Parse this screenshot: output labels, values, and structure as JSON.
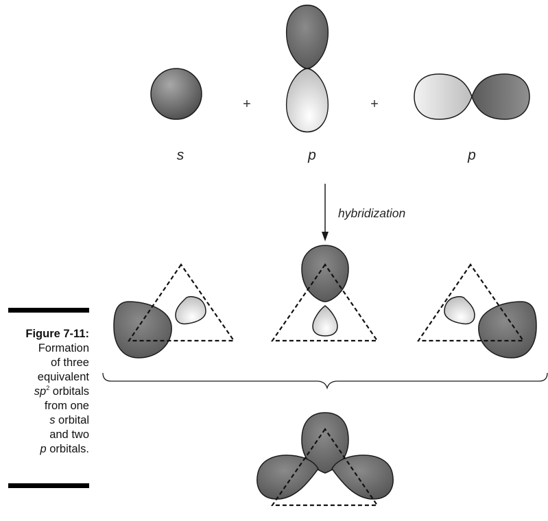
{
  "labels": {
    "s": "s",
    "p_vertical": "p",
    "p_horizontal": "p",
    "plus_1": "+",
    "plus_2": "+",
    "hybridization": "hybridization"
  },
  "caption": {
    "title": "Figure 7-11:",
    "line1": "Formation",
    "line2": "of three",
    "line3": "equivalent",
    "sp_prefix": "sp",
    "sp_sup": "2",
    "sp_suffix": " orbitals",
    "line5": "from one",
    "s_orb_italic": "s",
    "s_orb_rest": " orbital",
    "line7": "and two",
    "p_orb_italic": "p",
    "p_orb_rest": " orbitals."
  },
  "colors": {
    "dark_lobe": "#5e5e5e",
    "light_lobe": "#cfcfcf",
    "outline": "#1a1a1a"
  }
}
